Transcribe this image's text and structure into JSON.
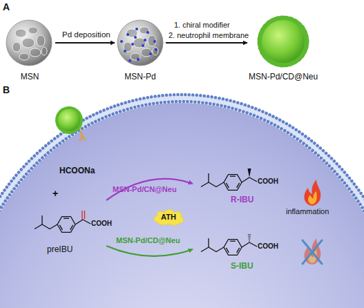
{
  "diagram": {
    "nodes": [
      {
        "text": [
          "MSN"
        ]
      },
      {
        "text": [
          "MSN-Pd"
        ]
      },
      {
        "text": [
          "MSN-Pd/CD@Neu"
        ]
      },
      {
        "text": [
          "COOH",
          "preIBU"
        ]
      },
      {
        "text": [
          "ATH"
        ]
      },
      {
        "text": [
          "COOH",
          "R-IBU"
        ]
      },
      {
        "text": [
          "COOH",
          "S-IBU"
        ]
      }
    ],
    "edges": [
      {
        "from": 0,
        "to": 1,
        "label": "Pd deposition",
        "arrow": "to"
      },
      {
        "from": 1,
        "to": 2,
        "arrow": "to"
      },
      {
        "from": 3,
        "to": 5,
        "label": "MSN-Pd/CN@Neu",
        "arrow": "to"
      },
      {
        "from": 3,
        "to": 6,
        "label": "MSN-Pd/CD@Neu",
        "arrow": "to"
      }
    ],
    "labels": [
      "A",
      "B",
      "1. chiral modifier",
      "2. neutrophil membrane",
      "HCOONa",
      "+",
      "inflammation"
    ]
  }
}
